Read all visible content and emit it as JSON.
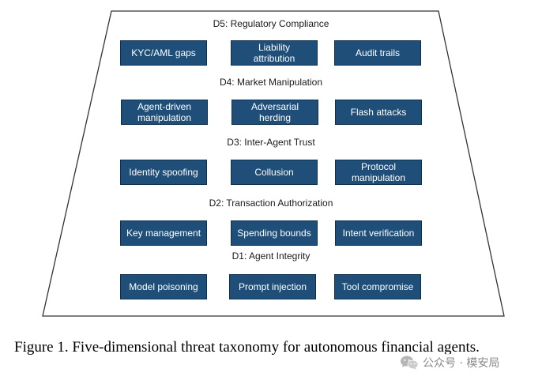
{
  "diagram": {
    "layers": [
      {
        "title": "D5: Regulatory Compliance",
        "threats": [
          "KYC/AML gaps",
          "Liability\nattribution",
          "Audit trails"
        ]
      },
      {
        "title": "D4: Market Manipulation",
        "threats": [
          "Agent-driven\nmanipulation",
          "Adversarial\nherding",
          "Flash attacks"
        ]
      },
      {
        "title": "D3: Inter-Agent Trust",
        "threats": [
          "Identity spoofing",
          "Collusion",
          "Protocol\nmanipulation"
        ]
      },
      {
        "title": "D2: Transaction Authorization",
        "threats": [
          "Key management",
          "Spending bounds",
          "Intent verification"
        ]
      },
      {
        "title": "D1: Agent Integrity",
        "threats": [
          "Model poisoning",
          "Prompt injection",
          "Tool compromise"
        ]
      }
    ],
    "colors": {
      "box_fill": "#1f4e79",
      "box_text": "#ffffff",
      "outline": "#333333"
    }
  },
  "caption": "Figure 1. Five-dimensional threat taxonomy for autonomous financial agents.",
  "watermark": {
    "text": "公众号 · 模安局",
    "icon": "wechat-icon"
  }
}
